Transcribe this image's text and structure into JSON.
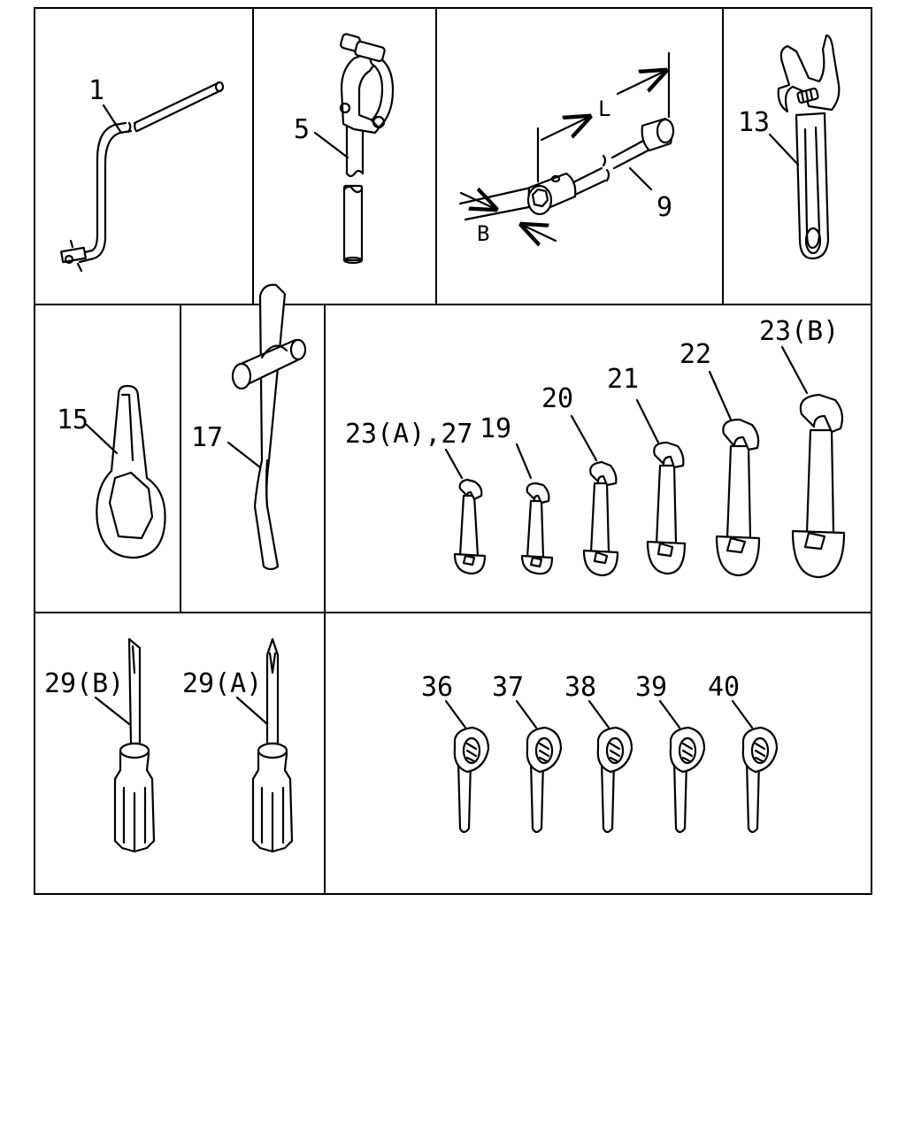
{
  "title": "",
  "colors": {
    "line": "#000000",
    "background": "#ffffff"
  },
  "labels": {
    "p1": "1",
    "p5": "5",
    "p9": "9",
    "dim_L": "L",
    "dim_B": "B",
    "p13": "13",
    "p15": "15",
    "p17": "17",
    "p23a27": "23(A),27",
    "p19": "19",
    "p20": "20",
    "p21": "21",
    "p22": "22",
    "p23b": "23(B)",
    "p29b": "29(B)",
    "p29a": "29(A)",
    "p36": "36",
    "p37": "37",
    "p38": "38",
    "p39": "39",
    "p40": "40"
  },
  "parts": [
    {
      "number": "1",
      "icon": "crank-handle-icon"
    },
    {
      "number": "5",
      "icon": "valve-wrench-icon"
    },
    {
      "number": "9",
      "icon": "box-spanner-icon"
    },
    {
      "number": "13",
      "icon": "adjustable-wrench-icon"
    },
    {
      "number": "15",
      "icon": "hex-wrench-icon"
    },
    {
      "number": "17",
      "icon": "hammer-icon"
    },
    {
      "number": "19",
      "icon": "open-end-wrench-icon"
    },
    {
      "number": "20",
      "icon": "open-end-wrench-icon"
    },
    {
      "number": "21",
      "icon": "open-end-wrench-icon"
    },
    {
      "number": "22",
      "icon": "open-end-wrench-icon"
    },
    {
      "number": "23(A),27",
      "icon": "open-end-wrench-icon"
    },
    {
      "number": "23(B)",
      "icon": "open-end-wrench-icon"
    },
    {
      "number": "29(A)",
      "icon": "phillips-screwdriver-icon"
    },
    {
      "number": "29(B)",
      "icon": "flat-screwdriver-icon"
    },
    {
      "number": "36",
      "icon": "ring-wrench-icon"
    },
    {
      "number": "37",
      "icon": "ring-wrench-icon"
    },
    {
      "number": "38",
      "icon": "ring-wrench-icon"
    },
    {
      "number": "39",
      "icon": "ring-wrench-icon"
    },
    {
      "number": "40",
      "icon": "ring-wrench-icon"
    }
  ]
}
